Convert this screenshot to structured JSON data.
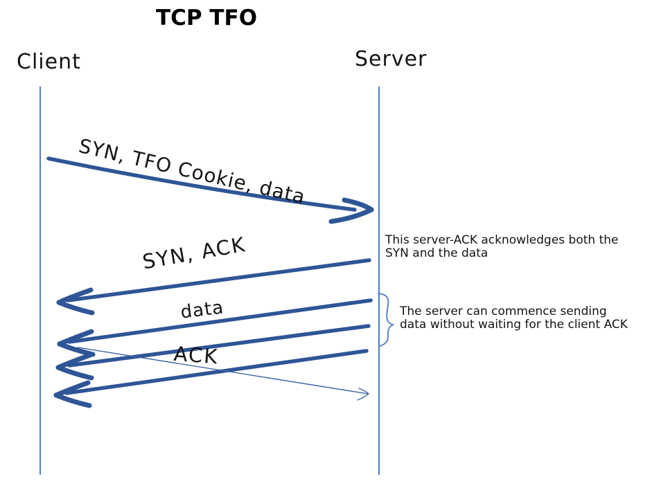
{
  "title": "TCP TFO",
  "actors": {
    "client": "Client",
    "server": "Server"
  },
  "messages": {
    "syn_tfo_cookie_data": "SYN, TFO Cookie, data",
    "syn_ack": "SYN, ACK",
    "data": "data",
    "ack": "ACK"
  },
  "annotations": {
    "server_ack_note": "This server-ACK acknowledges both the SYN and the data",
    "server_send_note": "The server can commence sending data without waiting for the client ACK"
  },
  "colors": {
    "arrow_blue": "#2e5596",
    "lifeline_blue": "#4d7cc0",
    "brace_blue": "#5b84c8",
    "text_black": "#111111"
  }
}
